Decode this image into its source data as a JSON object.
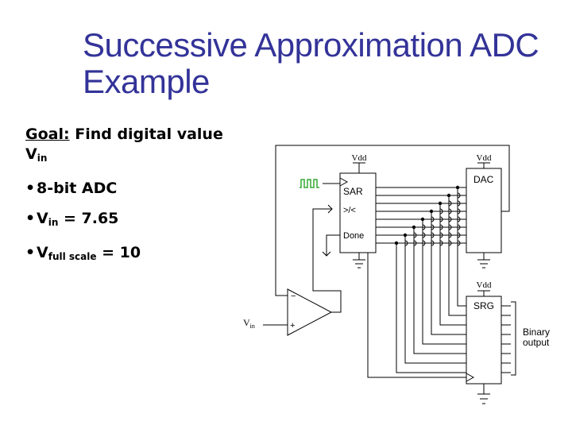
{
  "title": {
    "line1": "Successive Approximation ADC",
    "line2": "Example"
  },
  "goal": {
    "label": "Goal:",
    "text": " Find digital value",
    "vin_main": "V",
    "vin_sub": "in"
  },
  "bullets": [
    {
      "main": "8-bit ADC",
      "sub": "",
      "rest": ""
    },
    {
      "main": "V",
      "sub": "in",
      "rest": " = 7.65"
    },
    {
      "main": "V",
      "sub": "full scale",
      "rest": " = 10"
    }
  ],
  "diagram": {
    "sar": {
      "vdd": "Vdd",
      "name": "SAR",
      "compare": ">/<",
      "done": "Done"
    },
    "dac": {
      "vdd": "Vdd",
      "name": "DAC"
    },
    "srg": {
      "vdd": "Vdd",
      "name": "SRG"
    },
    "comparator": {
      "minus": "−",
      "plus": "+"
    },
    "input": {
      "main": "V",
      "sub": "in"
    },
    "output": {
      "line1": "Binary",
      "line2": "output"
    }
  },
  "colors": {
    "title": "#333399",
    "clock": "#33aa33"
  }
}
